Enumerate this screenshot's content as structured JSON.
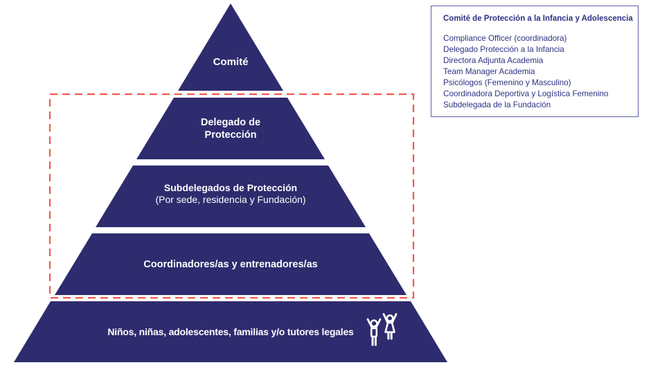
{
  "pyramid": {
    "fill_color": "#2e2b6e",
    "label_text_color": "#ffffff",
    "tiers": [
      {
        "id": "comite",
        "line1": "Comité"
      },
      {
        "id": "delegado",
        "line1": "Delegado de",
        "line2": "Protección"
      },
      {
        "id": "subdelegados",
        "line1": "Subdelegados de Protección",
        "line2": "(Por sede, residencia y Fundación)"
      },
      {
        "id": "coordinadores",
        "line1": "Coordinadores/as y entrenadores/as"
      },
      {
        "id": "base",
        "line1": "Niños, niñas, adolescentes, familias y/o tutores legales",
        "icon": "children-raised-arms-icon"
      }
    ]
  },
  "highlight_box": {
    "color": "#f2584c",
    "style": "dashed"
  },
  "committee_panel": {
    "border_color": "#5a5fa5",
    "text_color": "#2d3282",
    "title": "Comité de Protección a la Infancia y Adolescencia",
    "members": [
      "Compliance Officer (coordinadora)",
      "Delegado Protección a la Infancia",
      "Directora Adjunta Academia",
      "Team Manager Academia",
      "Psicólogos (Femenino y Masculino)",
      "Coordinadora Deportiva y Logística Femenino",
      "Subdelegada de la Fundación"
    ]
  }
}
